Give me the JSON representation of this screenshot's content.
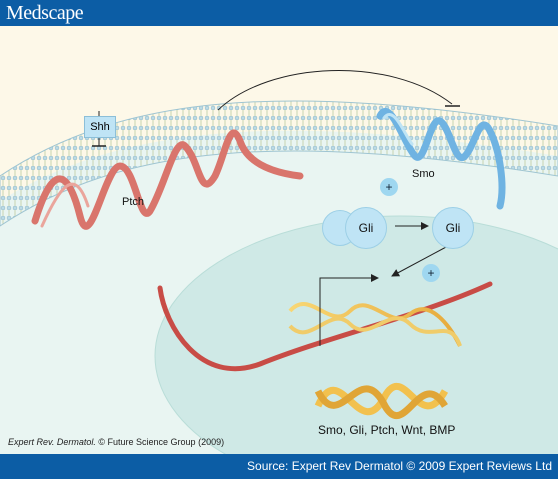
{
  "header": {
    "brand": "Medscape"
  },
  "labels": {
    "shh": "Shh",
    "ptch": "Ptch",
    "smo": "Smo",
    "gli_left": "Gli",
    "gli_right": "Gli",
    "plus_1": "+",
    "plus_2": "+",
    "target_genes": "Smo, Gli, Ptch, Wnt, BMP"
  },
  "credit": {
    "journal": "Expert Rev. Dermatol.",
    "rest": "© Future Science Group (2009)"
  },
  "footer": {
    "source": "Source: Expert Rev Dermatol © 2009 Expert Reviews Ltd"
  },
  "colors": {
    "brand_bar": "#0c5da5",
    "membrane": "#d7ecf3",
    "nucleus": "#cfe9e6",
    "ptch": "#d9756c",
    "smo": "#6fb3e2",
    "dna": "#f2c14e"
  }
}
